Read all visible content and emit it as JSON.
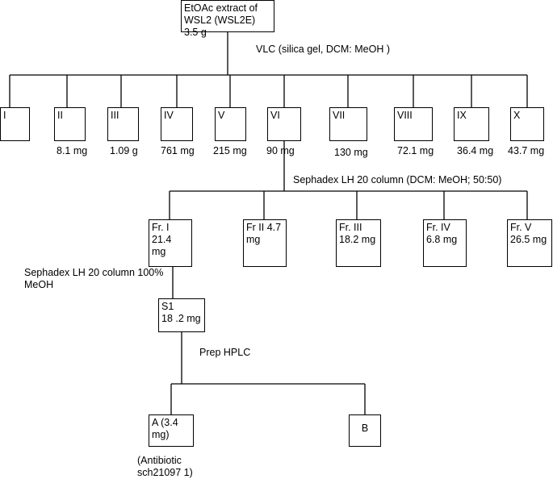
{
  "root": {
    "line1": "EtOAc extract of",
    "line2": "WSL2 (WSL2E) 3.5 g"
  },
  "vlc_label": "VLC (silica gel, DCM: MeOH )",
  "vlc_fractions": [
    {
      "name": "I",
      "mass": ""
    },
    {
      "name": "II",
      "mass": "8.1 mg"
    },
    {
      "name": "III",
      "mass": "1.09 g"
    },
    {
      "name": "IV",
      "mass": "761 mg"
    },
    {
      "name": "V",
      "mass": "215 mg"
    },
    {
      "name": "VI",
      "mass": "90 mg"
    },
    {
      "name": "VII",
      "mass": "130 mg"
    },
    {
      "name": "VIII",
      "mass": "72.1 mg"
    },
    {
      "name": "IX",
      "mass": "36.4 mg"
    },
    {
      "name": "X",
      "mass": "43.7 mg"
    }
  ],
  "sephadex1_label": "Sephadex LH 20 column (DCM: MeOH; 50:50)",
  "sephadex_fractions": [
    {
      "line1": "Fr. I 21.4",
      "line2": "mg"
    },
    {
      "line1": "Fr II 4.7",
      "line2": "mg"
    },
    {
      "line1": "Fr. III",
      "line2": "18.2 mg"
    },
    {
      "line1": "Fr. IV",
      "line2": "6.8 mg"
    },
    {
      "line1": "Fr. V",
      "line2": "26.5 mg"
    }
  ],
  "sephadex2_label": {
    "line1": "Sephadex LH 20 column 100%",
    "line2": "MeOH"
  },
  "s1": {
    "line1": "S1",
    "line2": "18 .2 mg"
  },
  "hplc_label": "Prep HPLC",
  "products": [
    {
      "line1": "A (3.4",
      "line2": "mg)"
    },
    {
      "line1": "B",
      "line2": ""
    }
  ],
  "antibiotic": {
    "line1": "(Antibiotic",
    "line2": "sch21097 1)"
  }
}
